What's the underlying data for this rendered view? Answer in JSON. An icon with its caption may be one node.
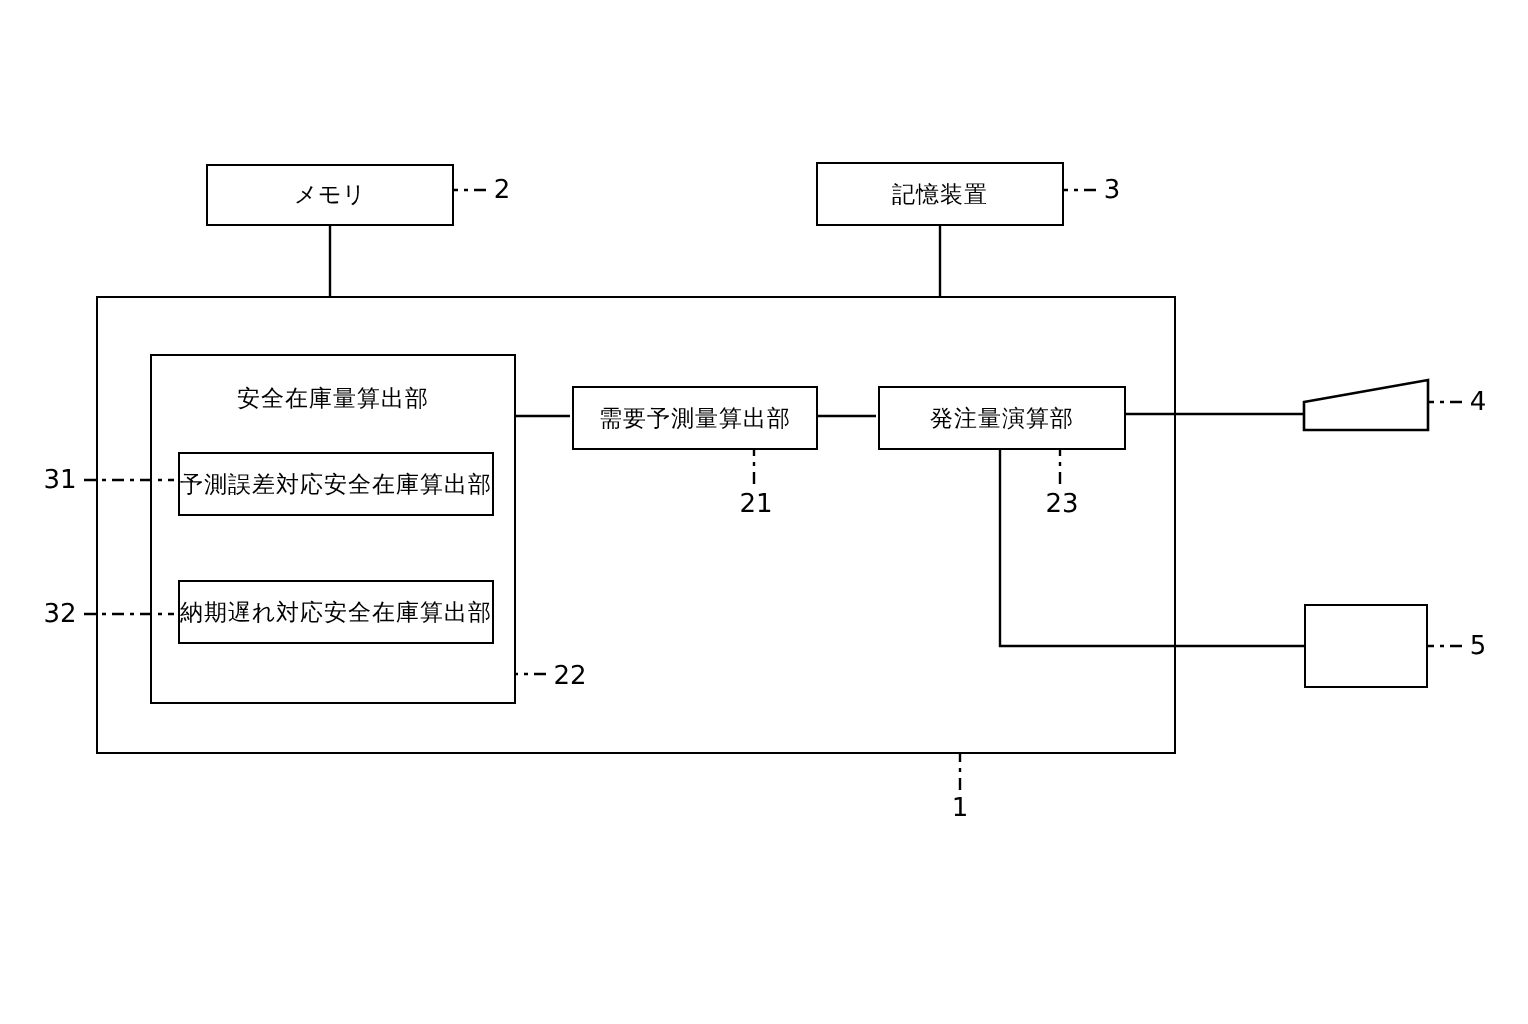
{
  "diagram": {
    "nodes": [
      {
        "text": [],
        "shape": "box"
      },
      {
        "text": [
          "メモリ"
        ]
      },
      {
        "text": [
          "記憶装置"
        ]
      },
      {
        "text": [
          "安全在庫量算出部"
        ],
        "in": 0
      },
      {
        "text": [
          "予測誤差対応安全在庫算出部"
        ],
        "in": 3
      },
      {
        "text": [
          "納期遅れ対応安全在庫算出部"
        ],
        "in": 3
      },
      {
        "text": [
          "需要予測量算出部"
        ],
        "in": 0
      },
      {
        "text": [
          "発注量演算部"
        ],
        "in": 0
      },
      {
        "text": [],
        "shape": "trapezoid"
      },
      {
        "text": [],
        "shape": "box"
      },
      {
        "text": [
          "1"
        ]
      },
      {
        "text": [
          "2"
        ]
      },
      {
        "text": [
          "3"
        ]
      },
      {
        "text": [
          "4"
        ]
      },
      {
        "text": [
          "5"
        ]
      },
      {
        "text": [
          "21"
        ],
        "in": 0
      },
      {
        "text": [
          "22"
        ],
        "in": 0
      },
      {
        "text": [
          "23"
        ],
        "in": 0
      },
      {
        "text": [
          "31"
        ]
      },
      {
        "text": [
          "32"
        ]
      }
    ],
    "edges": [
      {
        "from": 1,
        "to": 0,
        "arrow": "none"
      },
      {
        "from": 2,
        "to": 0,
        "arrow": "none"
      },
      {
        "from": 3,
        "to": 6,
        "arrow": "none"
      },
      {
        "from": 6,
        "to": 7,
        "arrow": "none"
      },
      {
        "from": 7,
        "to": 8,
        "arrow": "none"
      },
      {
        "from": 7,
        "to": 9,
        "arrow": "none"
      },
      {
        "from": 10,
        "to": 0,
        "arrow": "none",
        "style": "dashed"
      },
      {
        "from": 11,
        "to": 1,
        "arrow": "none",
        "style": "dashed"
      },
      {
        "from": 12,
        "to": 2,
        "arrow": "none",
        "style": "dashed"
      },
      {
        "from": 13,
        "to": 8,
        "arrow": "none",
        "style": "dashed"
      },
      {
        "from": 14,
        "to": 9,
        "arrow": "none",
        "style": "dashed"
      },
      {
        "from": 15,
        "to": 6,
        "arrow": "none",
        "style": "dashed"
      },
      {
        "from": 16,
        "to": 3,
        "arrow": "none",
        "style": "dashed"
      },
      {
        "from": 17,
        "to": 7,
        "arrow": "none",
        "style": "dashed"
      },
      {
        "from": 18,
        "to": 4,
        "arrow": "none",
        "style": "dashed"
      },
      {
        "from": 19,
        "to": 5,
        "arrow": "none",
        "style": "dashed"
      }
    ]
  }
}
